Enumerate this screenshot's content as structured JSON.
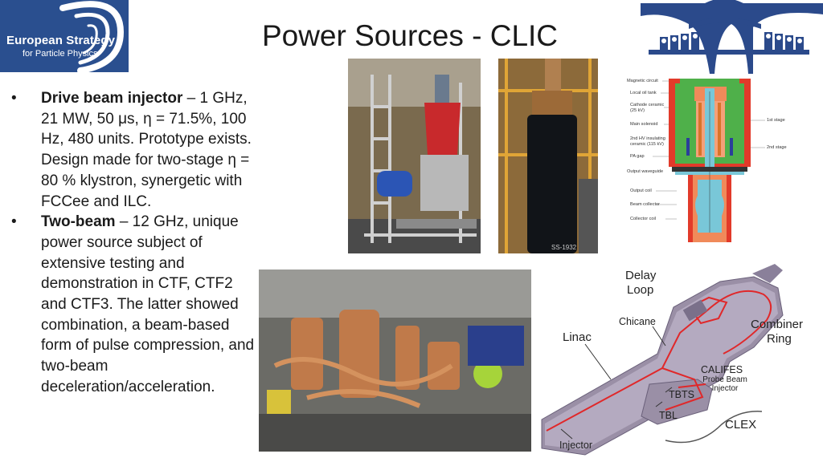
{
  "slide": {
    "title": "Power Sources - CLIC"
  },
  "logo_left": {
    "line1": "European Strategy",
    "line2": "for Particle Physics",
    "bg_color": "#2a4f8f"
  },
  "logo_right": {
    "icon": "bridge-icon",
    "color": "#2b4a8b"
  },
  "bullets": [
    {
      "marker": "•",
      "heading": "Drive beam injector",
      "text": " – 1 GHz, 21 MW, 50 μs, η = 71.5%, 100 Hz, 480 units. Prototype  exists. Design made for two-stage η = 80 % klystron, synergetic with FCCee and ILC."
    },
    {
      "marker": "•",
      "heading": "Two-beam",
      "text": " – 12 GHz, unique power source subject of extensive testing and demonstration in CTF, CTF2 and CTF3. The latter showed combination, a beam-based form of pulse compression, and two-beam deceleration/acceleration."
    }
  ],
  "klystron_diagram": {
    "left_labels": [
      "Magnetic circuit",
      "Local oil tank",
      "Cathode ceramic",
      "(25 kV)",
      "Main solenoid",
      "2nd HV insulating",
      "ceramic (115 kV)",
      "PA gap",
      "Output waveguide",
      "Output coil",
      "Beam collector",
      "Collector coil"
    ],
    "right_labels": [
      "1st stage",
      "2nd stage"
    ]
  },
  "clex_diagram": {
    "labels": {
      "delay_line1": "Delay",
      "delay_line2": "Loop",
      "chicane": "Chicane",
      "combiner_line1": "Combiner",
      "combiner_line2": "Ring",
      "linac": "Linac",
      "califes": "CALIFES",
      "probe_line1": "Probe Beam",
      "probe_line2": "Injector",
      "tbts": "TBTS",
      "tbl": "TBL",
      "clex": "CLEX",
      "injector": "Injector"
    }
  },
  "photo_2": {
    "tag": "SS-1932"
  }
}
